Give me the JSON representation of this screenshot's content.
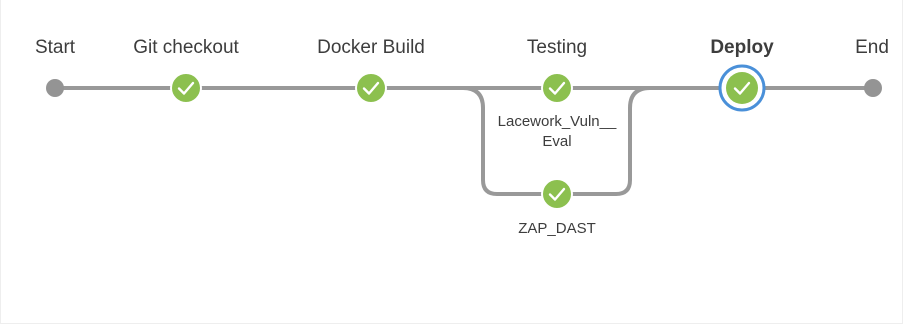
{
  "pipeline": {
    "stages": [
      {
        "label": "Start"
      },
      {
        "label": "Git checkout"
      },
      {
        "label": "Docker Build"
      },
      {
        "label": "Testing"
      },
      {
        "label": "Deploy"
      },
      {
        "label": "End"
      }
    ],
    "parallel_branches": [
      {
        "label_line1": "Lacework_Vuln__",
        "label_line2": "Eval"
      },
      {
        "label": "ZAP_DAST"
      }
    ],
    "active_stage": "Deploy",
    "status": "success",
    "colors": {
      "success": "#8cc04f",
      "connector": "#999999",
      "endpoint": "#949494",
      "active_ring": "#4a90d9",
      "text": "#3d3d3d"
    },
    "icons": {
      "success": "check-icon"
    }
  }
}
